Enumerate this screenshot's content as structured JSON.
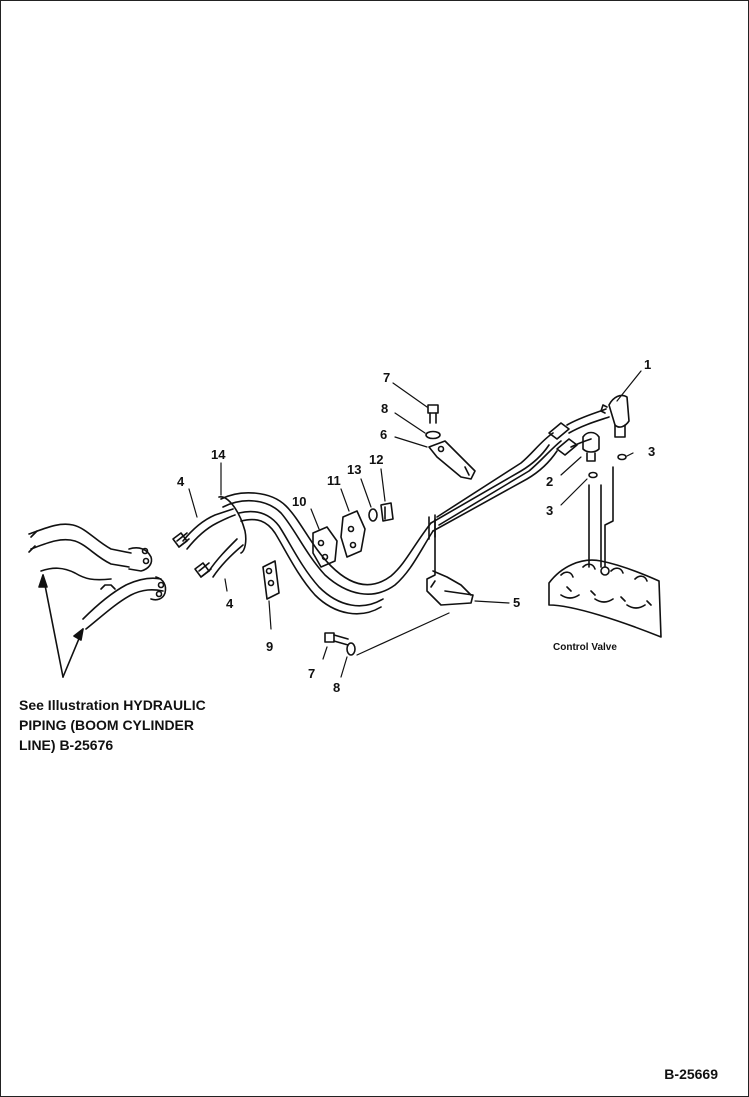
{
  "diagram": {
    "callouts": [
      {
        "id": "c1",
        "text": "1"
      },
      {
        "id": "c2",
        "text": "2"
      },
      {
        "id": "c3a",
        "text": "3"
      },
      {
        "id": "c3b",
        "text": "3"
      },
      {
        "id": "c4a",
        "text": "4"
      },
      {
        "id": "c4b",
        "text": "4"
      },
      {
        "id": "c5",
        "text": "5"
      },
      {
        "id": "c6",
        "text": "6"
      },
      {
        "id": "c7a",
        "text": "7"
      },
      {
        "id": "c7b",
        "text": "7"
      },
      {
        "id": "c8a",
        "text": "8"
      },
      {
        "id": "c8b",
        "text": "8"
      },
      {
        "id": "c9",
        "text": "9"
      },
      {
        "id": "c10",
        "text": "10"
      },
      {
        "id": "c11",
        "text": "11"
      },
      {
        "id": "c12",
        "text": "12"
      },
      {
        "id": "c13",
        "text": "13"
      },
      {
        "id": "c14",
        "text": "14"
      }
    ],
    "control_valve_label": "Control Valve",
    "see_note": {
      "line1": "See Illustration HYDRAULIC",
      "line2": "PIPING (BOOM CYLINDER",
      "line3": "LINE) B-25676"
    },
    "drawing_number": "B-25669"
  }
}
